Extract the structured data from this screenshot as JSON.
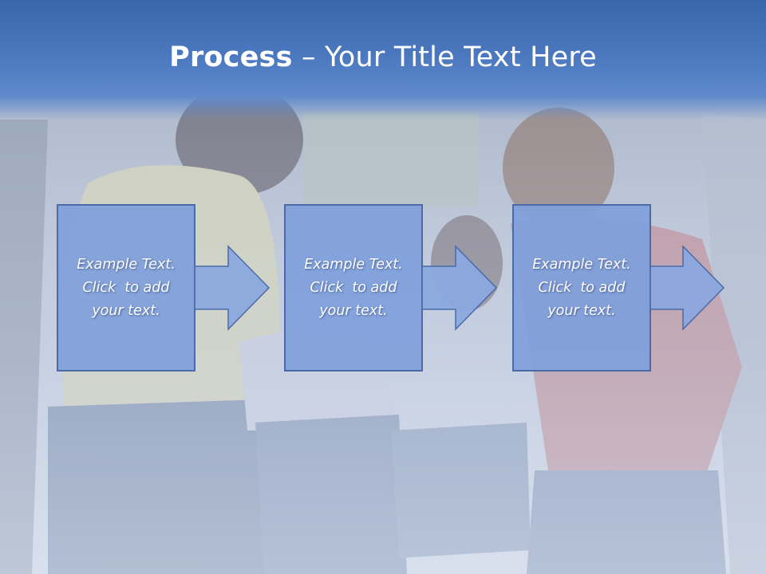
{
  "slide": {
    "title_bold": "Process",
    "title_dash": " – ",
    "title_rest": "Your Title Text Here"
  },
  "steps": [
    {
      "line1": "Example Text.",
      "line2": "Click  to add",
      "line3": "your text."
    },
    {
      "line1": "Example Text.",
      "line2": "Click  to add",
      "line3": "your text."
    },
    {
      "line1": "Example Text.",
      "line2": "Click  to add",
      "line3": "your text."
    }
  ],
  "colors": {
    "title_bar": "#4a77be",
    "box_fill": "#7f9fdb",
    "box_border": "#4a6aa8",
    "arrow_fill": "#8aa8e0"
  }
}
